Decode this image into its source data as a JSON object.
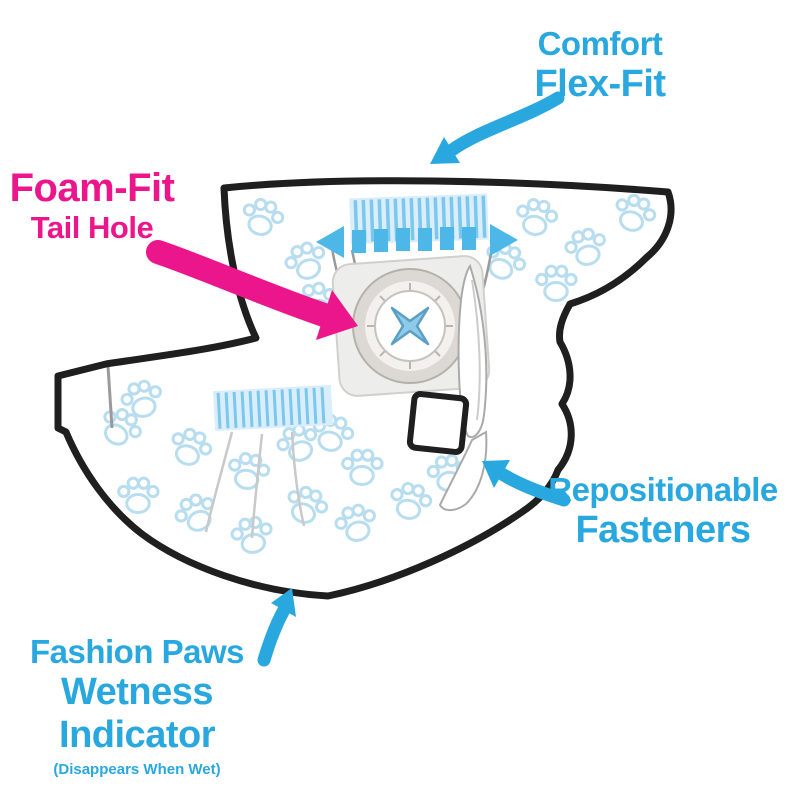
{
  "figure": {
    "type": "product-feature-diagram",
    "subject": "dog-diaper",
    "background": "#ffffff"
  },
  "colors": {
    "callout_blue": "#29a8e0",
    "callout_pink": "#ec168c",
    "outline_black": "#1f1f1f",
    "paw_pattern_blue": "#b7ddef",
    "elastic_stripe_blue": "#7cc7ec",
    "elastic_fill_blue": "#d9eefa",
    "stretch_arrow_blue": "#4db8e8",
    "tail_hole_star_blue": "#8ecbe9"
  },
  "callouts": {
    "flex_fit": {
      "line1": "Comfort",
      "line2": "Flex-Fit"
    },
    "tail_hole": {
      "line1": "Foam-Fit",
      "line2": "Tail Hole"
    },
    "fasteners": {
      "line1": "Repositionable",
      "line2": "Fasteners"
    },
    "wetness": {
      "line1": "Fashion Paws",
      "line2": "Wetness",
      "line3": "Indicator",
      "note": "(Disappears When Wet)"
    }
  }
}
